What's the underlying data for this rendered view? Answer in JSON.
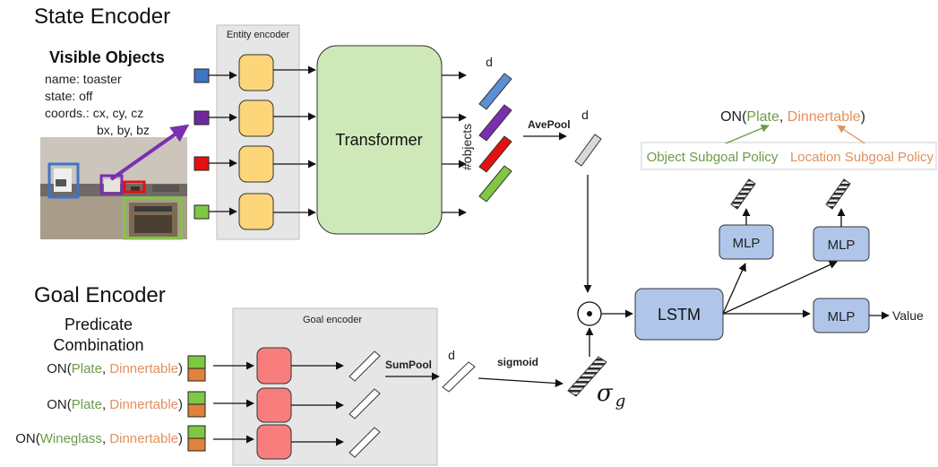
{
  "colors": {
    "entity_yellow": "#fdd67a",
    "transformer_green": "#cfe8b8",
    "goal_red": "#f87e7e",
    "blue_box": "#afc6ea",
    "obj_green": "#6c9a4a",
    "loc_orange": "#e0905e",
    "panel_gray": "#e6e6e6",
    "cube_blue": "#3f74c6",
    "cube_purple": "#6f2a9a",
    "cube_red": "#e41111",
    "cube_green": "#7fc843"
  },
  "state_encoder": {
    "title": "State Encoder",
    "visible_objects_title": "Visible Objects",
    "attr_lines": [
      "name: toaster",
      "state: off",
      "coords.: cx, cy, cz",
      "bx, by, bz"
    ],
    "entity_encoder_label": "Entity encoder",
    "transformer_label": "Transformer",
    "d_label": "d",
    "objects_label": "#objects",
    "avepool_label": "AvePool",
    "pooled_d_label": "d"
  },
  "goal_encoder": {
    "title": "Goal Encoder",
    "subtitle_lines": [
      "Predicate",
      "Combination"
    ],
    "panel_label": "Goal encoder",
    "predicates": [
      {
        "fn": "ON(",
        "obj": "Plate",
        "sep": ", ",
        "loc": "Dinnertable",
        "end": ")"
      },
      {
        "fn": "ON(",
        "obj": "Plate",
        "sep": ", ",
        "loc": "Dinnertable",
        "end": ")"
      },
      {
        "fn": "ON(",
        "obj": "Wineglass",
        "sep": ", ",
        "loc": "Dinnertable",
        "end": ")"
      }
    ],
    "sumpool_label": "SumPool",
    "d_label": "d",
    "sigmoid_label": "sigmoid",
    "sigma_symbol": "σ",
    "sigma_sub": "g"
  },
  "policy": {
    "odot_symbol": "⊙",
    "lstm_label": "LSTM",
    "mlp_label": "MLP",
    "value_label": "Value",
    "output_predicate": {
      "fn": "ON(",
      "obj": "Plate",
      "sep": ", ",
      "loc": "Dinnertable",
      "end": ")"
    },
    "object_policy_label": "Object Subgoal Policy",
    "location_policy_label": "Location Subgoal Policy"
  }
}
